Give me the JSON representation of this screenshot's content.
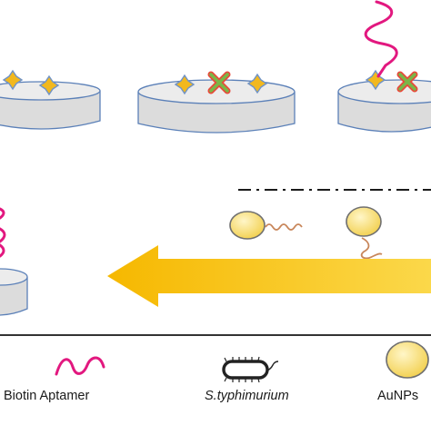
{
  "legend": {
    "biotin_aptamer": "Biotin Aptamer",
    "s_typhimurium": "S.typhimurium",
    "aunps": "AuNPs"
  },
  "colors": {
    "aptamer": "#e2187f",
    "biotin_marker": "#f2b81e",
    "biotin_marker_edge": "#6f93c8",
    "blocked_marker": "#7ab648",
    "blocked_marker_edge": "#e8493a",
    "well_top": "#e6e6e6",
    "well_side": "#dedede",
    "well_edge": "#5b80b8",
    "arrow": "#f7c31a",
    "aunp_fill": "#f7d96a",
    "aunp_edge": "#707070",
    "aunp_tail": "#c8865a",
    "bacterium": "#222222"
  },
  "icons": [
    "biotin-marker-icon",
    "blocked-biotin-marker-icon",
    "aptamer-icon",
    "bacterium-icon",
    "aunp-icon"
  ]
}
